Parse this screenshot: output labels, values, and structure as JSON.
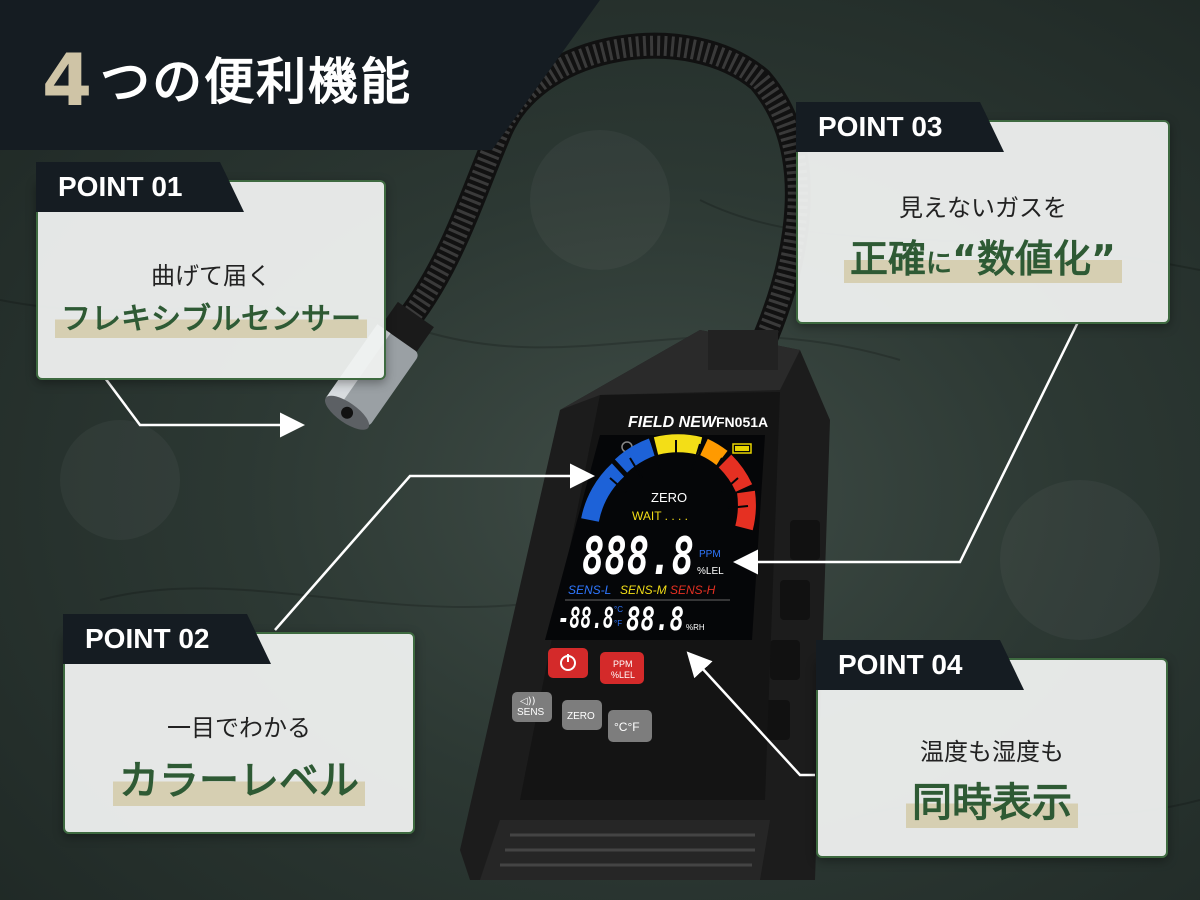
{
  "banner": {
    "number": "4",
    "title": "つの便利機能"
  },
  "device": {
    "brand": "FIELD NEW",
    "model": "FN051A",
    "screen": {
      "zero": "ZERO",
      "wait": "WAIT . . . .",
      "main_digits": "888.8",
      "unit_ppm": "PPM",
      "unit_lel": "%LEL",
      "sens_l": "SENS-L",
      "sens_m": "SENS-M",
      "sens_h": "SENS-H",
      "temp_digits": "-88.8",
      "temp_c": "°C",
      "temp_f": "°F",
      "hum_digits": "88.8",
      "hum_unit": "%RH"
    },
    "buttons": {
      "ppm_label": "PPM\n%LEL",
      "sens_label": "SENS",
      "zero_label": "ZERO",
      "temp_label": "°C°F"
    }
  },
  "points": [
    {
      "tag": "POINT 01",
      "subtitle": "曲げて届く",
      "headline": "フレキシブルセンサー"
    },
    {
      "tag": "POINT 02",
      "subtitle": "一目でわかる",
      "headline": "カラーレベル"
    },
    {
      "tag": "POINT 03",
      "subtitle": "見えないガスを",
      "headline_main": "正確",
      "headline_particle": "に",
      "headline_quote": "“数値化”"
    },
    {
      "tag": "POINT 04",
      "subtitle": "温度も湿度も",
      "headline": "同時表示"
    }
  ],
  "colors": {
    "banner_bg": "#151c22",
    "accent_green": "#2e5a34",
    "card_border": "#3e6a40",
    "highlight": "#d6cfb2",
    "power_red": "#d42a2a"
  }
}
